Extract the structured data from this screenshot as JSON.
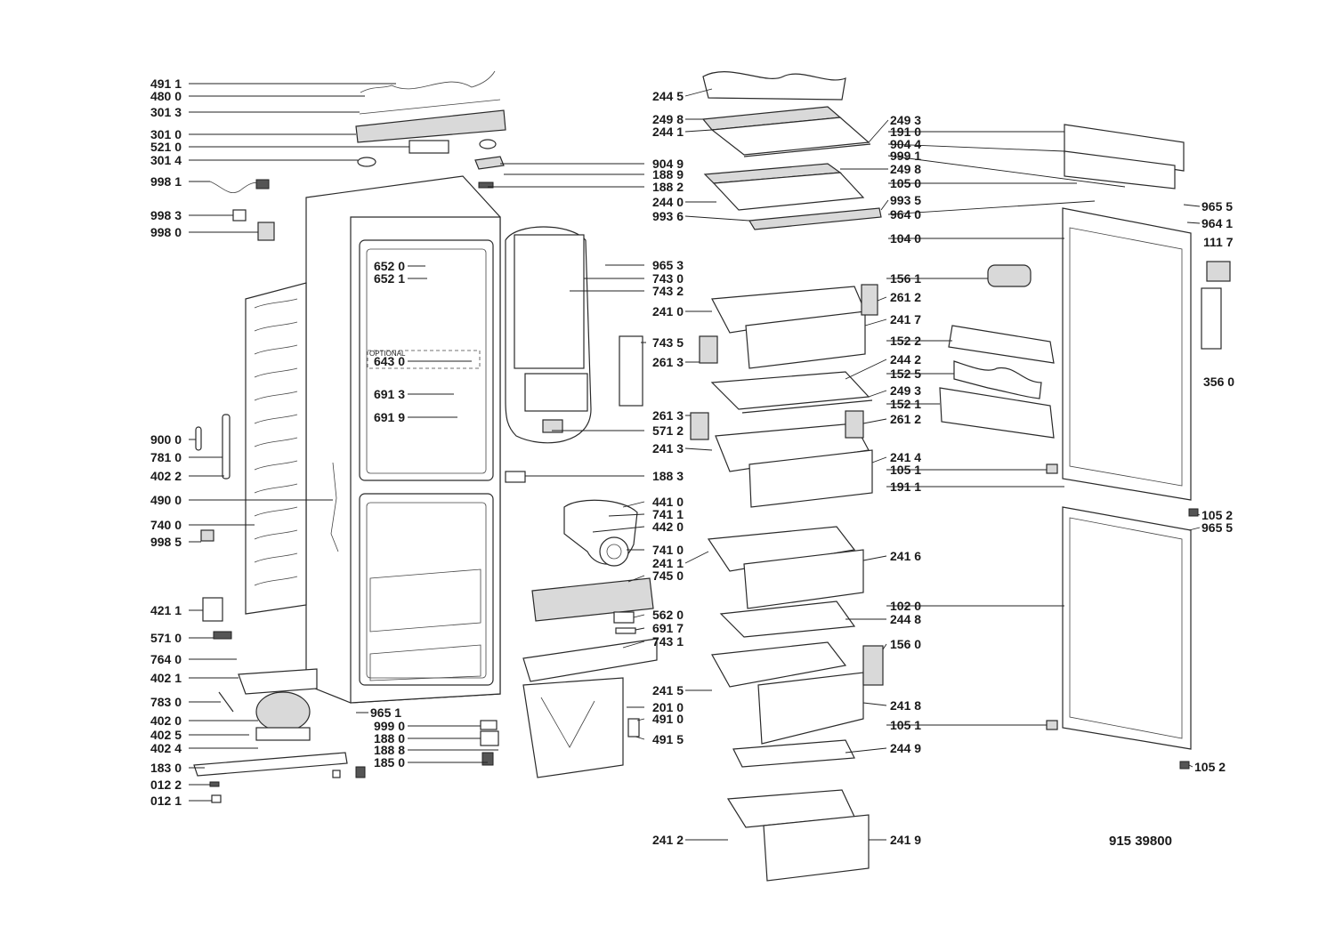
{
  "diagram": {
    "reference_number": "915 39800",
    "optional_note": "OPTIONAL",
    "part_labels": {
      "p4911a": "491 1",
      "p4800": "480 0",
      "p3013": "301 3",
      "p3010": "301 0",
      "p5210": "521 0",
      "p3014": "301 4",
      "p9981": "998 1",
      "p9983": "998 3",
      "p9980": "998 0",
      "p6520": "652 0",
      "p6521": "652 1",
      "p6430": "643 0",
      "p6913": "691 3",
      "p6919": "691 9",
      "p9000": "900 0",
      "p7810": "781 0",
      "p4022": "402 2",
      "p4900": "490 0",
      "p7400": "740 0",
      "p9985": "998 5",
      "p4211": "421 1",
      "p5710": "571 0",
      "p7640": "764 0",
      "p4021": "402 1",
      "p7830": "783 0",
      "p4020": "402 0",
      "p4025": "402 5",
      "p4024": "402 4",
      "p1830": "183 0",
      "p0122": "012 2",
      "p0121": "012 1",
      "p9651": "965 1",
      "p9990": "999 0",
      "p1880": "188 0",
      "p1888": "188 8",
      "p1850": "185 0",
      "p2445": "244 5",
      "p2498a": "249 8",
      "p2441": "244 1",
      "p9049": "904 9",
      "p1889": "188 9",
      "p1882": "188 2",
      "p2440": "244 0",
      "p9936": "993 6",
      "p9653": "965 3",
      "p7430": "743 0",
      "p7432": "743 2",
      "p2410": "241 0",
      "p7435": "743 5",
      "p2613a": "261 3",
      "p2613b": "261 3",
      "p5712": "571 2",
      "p2413": "241 3",
      "p1883": "188 3",
      "p4410": "441 0",
      "p7411": "741 1",
      "p4420": "442 0",
      "p7410": "741 0",
      "p2411": "241 1",
      "p7450": "745 0",
      "p5620": "562 0",
      "p6917": "691 7",
      "p7431": "743 1",
      "p2415": "241 5",
      "p2010": "201 0",
      "p4910": "491 0",
      "p4915": "491 5",
      "p2412": "241 2",
      "p2493a": "249 3",
      "p1910": "191 0",
      "p9044": "904 4",
      "p9991": "999 1",
      "p2498b": "249 8",
      "p1050": "105 0",
      "p9935": "993 5",
      "p9640": "964 0",
      "p1040": "104 0",
      "p1561": "156 1",
      "p2612a": "261 2",
      "p2417": "241 7",
      "p1522": "152 2",
      "p2442": "244 2",
      "p1525": "152 5",
      "p2493b": "249 3",
      "p1521": "152 1",
      "p2612b": "261 2",
      "p2414": "241 4",
      "p1051a": "105 1",
      "p1911": "191 1",
      "p2416": "241 6",
      "p1020": "102 0",
      "p2448": "244 8",
      "p1560": "156 0",
      "p2418": "241 8",
      "p1051b": "105 1",
      "p2449": "244 9",
      "p2419": "241 9",
      "p9655a": "965 5",
      "p9641": "964 1",
      "p1117": "111 7",
      "p3560": "356 0",
      "p1052a": "105 2",
      "p9655b": "965 5",
      "p1052b": "105 2"
    }
  }
}
